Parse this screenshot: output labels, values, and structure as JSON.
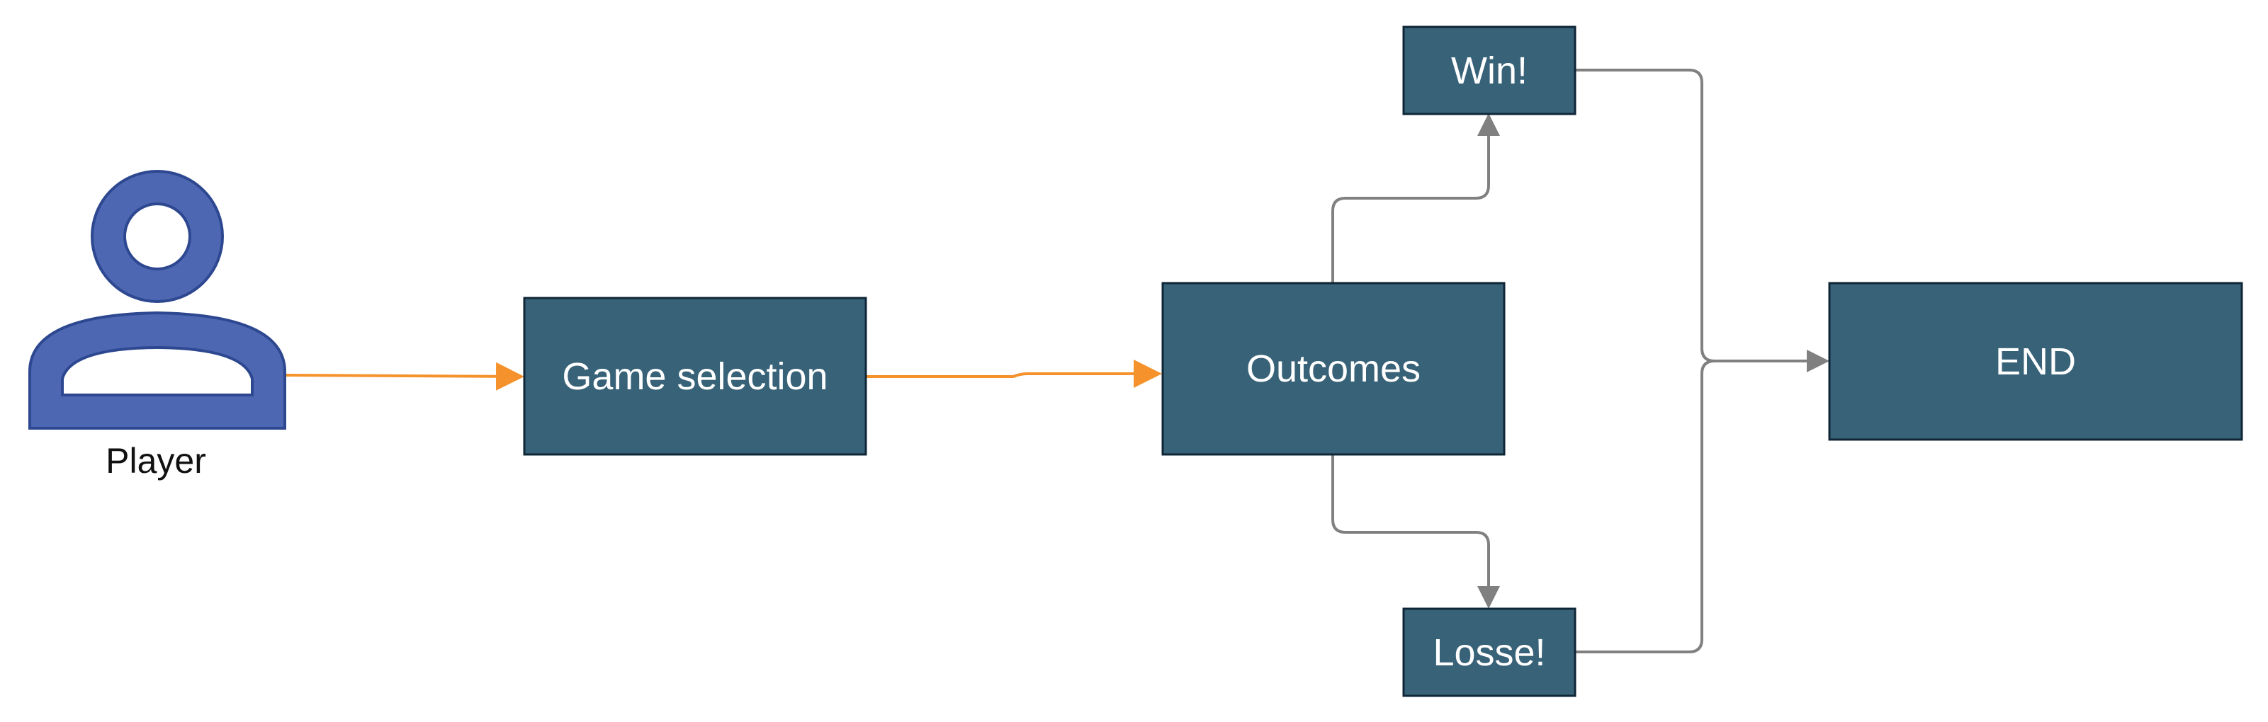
{
  "colors": {
    "node_fill": "#386278",
    "node_border": "#0f2637",
    "actor_fill": "#4d67b2",
    "actor_border": "#2d4890",
    "flow_arrow": "#f5922b",
    "branch_arrow": "#808080",
    "node_text": "#ffffff"
  },
  "actor": {
    "label": "Player",
    "icon": "user-icon"
  },
  "nodes": {
    "game_selection": "Game selection",
    "outcomes": "Outcomes",
    "win": "Win!",
    "loss": "Losse!",
    "end": "END"
  }
}
